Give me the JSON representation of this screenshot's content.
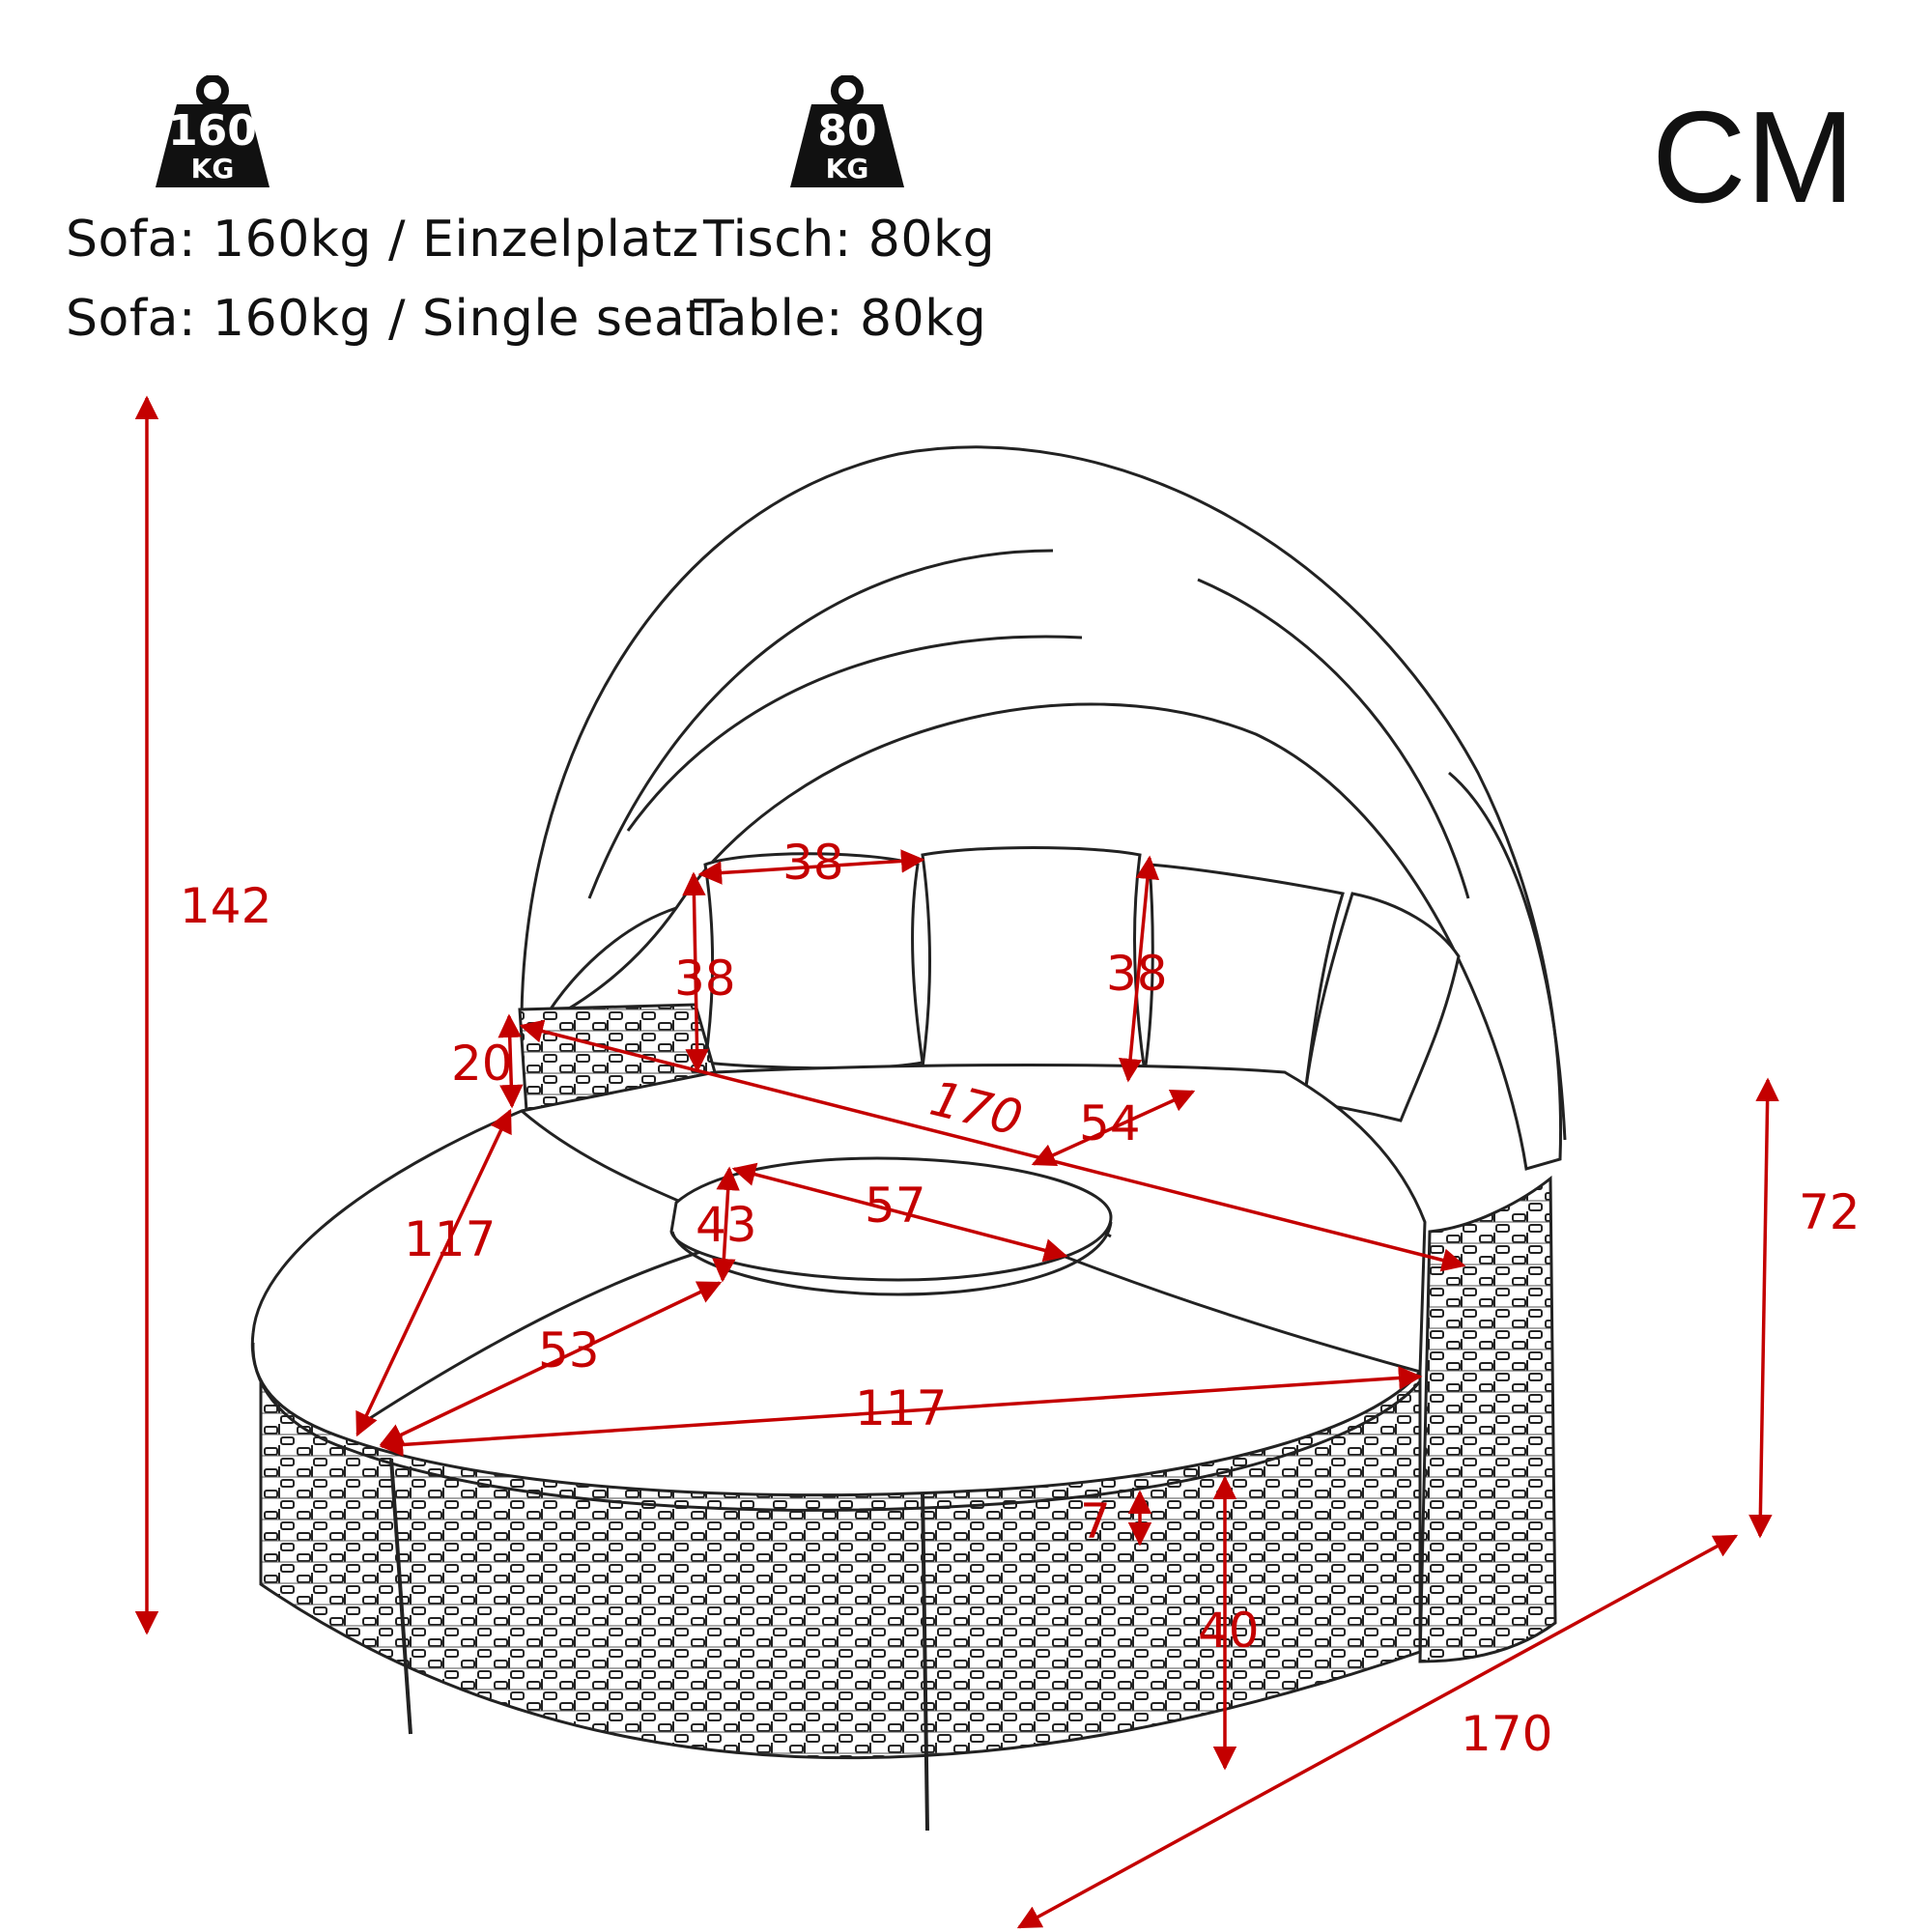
{
  "unit": "CM",
  "weights": {
    "sofa_badge": {
      "value": "160",
      "unit": "KG"
    },
    "table_badge": {
      "value": "80",
      "unit": "KG"
    },
    "line_de_sofa": "Sofa: 160kg / Einzelplatz",
    "line_de_table": "Tisch: 80kg",
    "line_en_sofa": "Sofa: 160kg / Single seat",
    "line_en_table": "Table: 80kg"
  },
  "dimensions": {
    "total_height": "142",
    "pillow_width": "38",
    "pillow_height_left": "38",
    "pillow_height_right": "38",
    "armrest_height": "20",
    "canopy_depth": "170",
    "backrest_gap": "54",
    "seat_depth": "117",
    "table_height": "43",
    "table_diameter": "57",
    "segment_width": "53",
    "seat_width": "117",
    "cushion_thickness": "7",
    "seat_height": "40",
    "back_height": "72",
    "outer_diameter": "170"
  },
  "colors": {
    "dimension": "#c40000",
    "outline": "#222222"
  },
  "icons": [
    "weight-icon",
    "weight-icon"
  ]
}
